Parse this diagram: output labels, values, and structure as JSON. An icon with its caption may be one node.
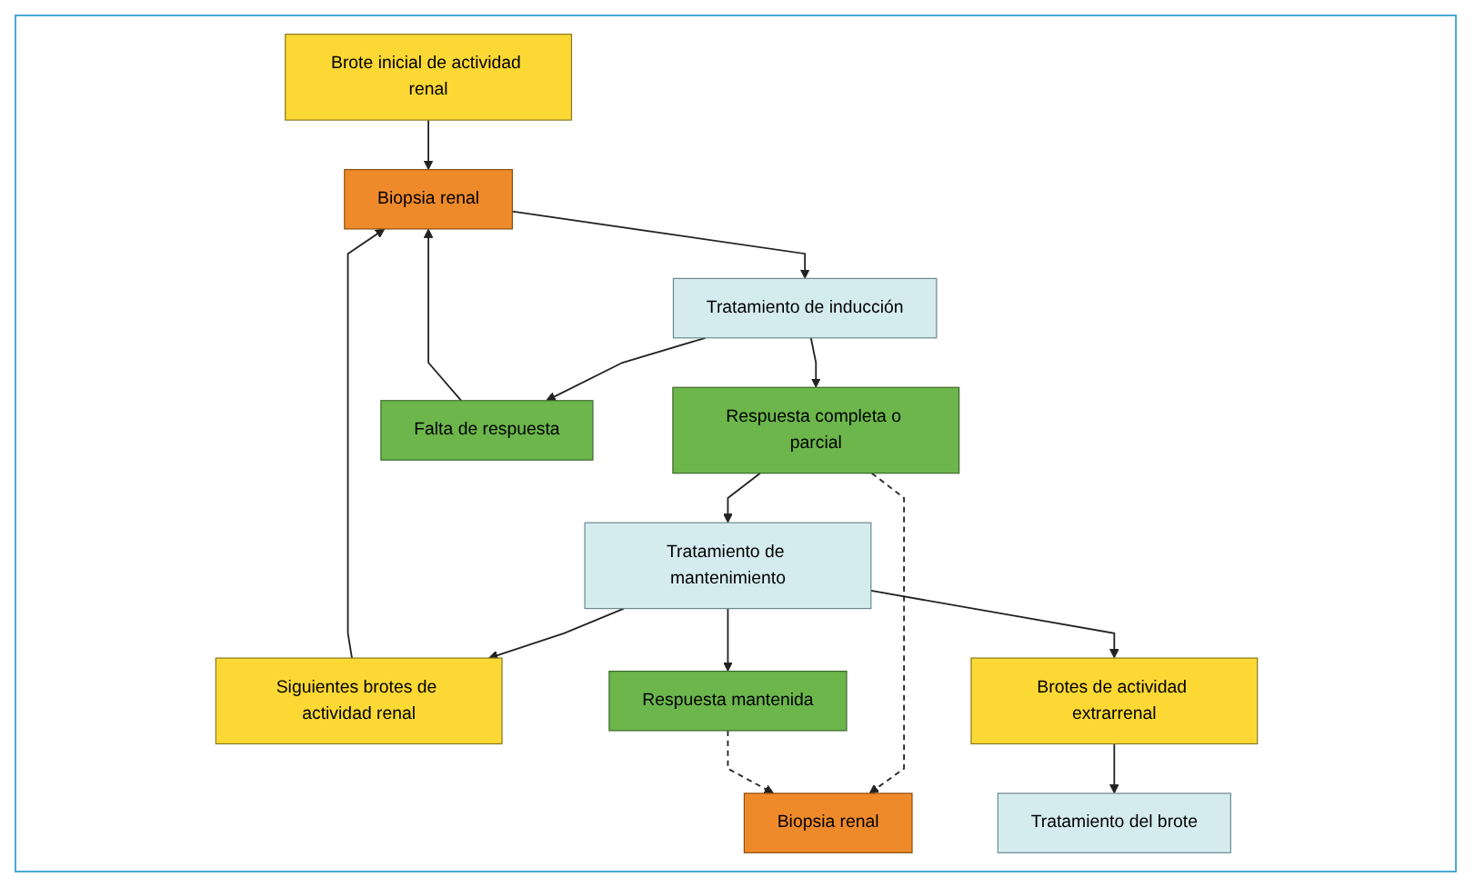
{
  "diagram": {
    "nodes": [
      {
        "text": [
          "Brote inicial de actividad renal"
        ]
      },
      {
        "text": [
          "Biopsia renal"
        ]
      },
      {
        "text": [
          "Tratamiento de inducción"
        ]
      },
      {
        "text": [
          "Respuesta completa o parcial"
        ]
      },
      {
        "text": [
          "Falta de respuesta"
        ]
      },
      {
        "text": [
          "Tratamiento de mantenimiento"
        ]
      },
      {
        "text": [
          "Biopsia renal"
        ]
      },
      {
        "text": [
          "Siguientes brotes de actividad renal"
        ]
      },
      {
        "text": [
          "Respuesta mantenida"
        ]
      },
      {
        "text": [
          "Tratamiento del brote"
        ]
      },
      {
        "text": [
          "Brotes de actividad extrarrenal"
        ]
      }
    ],
    "edges": [
      {
        "from": 0,
        "to": 1,
        "arrow": "to"
      },
      {
        "from": 1,
        "to": 2,
        "arrow": "to"
      },
      {
        "from": 2,
        "to": 3,
        "arrow": "to"
      },
      {
        "from": 3,
        "to": 6,
        "arrow": "to",
        "style": "dashed"
      },
      {
        "from": 2,
        "to": 4,
        "arrow": "to"
      },
      {
        "from": 4,
        "to": 1,
        "arrow": "to"
      },
      {
        "from": 3,
        "to": 5,
        "arrow": "to"
      },
      {
        "from": 5,
        "to": 7,
        "arrow": "to"
      },
      {
        "from": 5,
        "to": 8,
        "arrow": "to"
      },
      {
        "from": 5,
        "to": 10,
        "arrow": "to"
      },
      {
        "from": 8,
        "to": 6,
        "arrow": "to",
        "style": "dashed"
      },
      {
        "from": 7,
        "to": 1,
        "arrow": "to"
      },
      {
        "from": 10,
        "to": 9,
        "arrow": "to"
      }
    ]
  }
}
